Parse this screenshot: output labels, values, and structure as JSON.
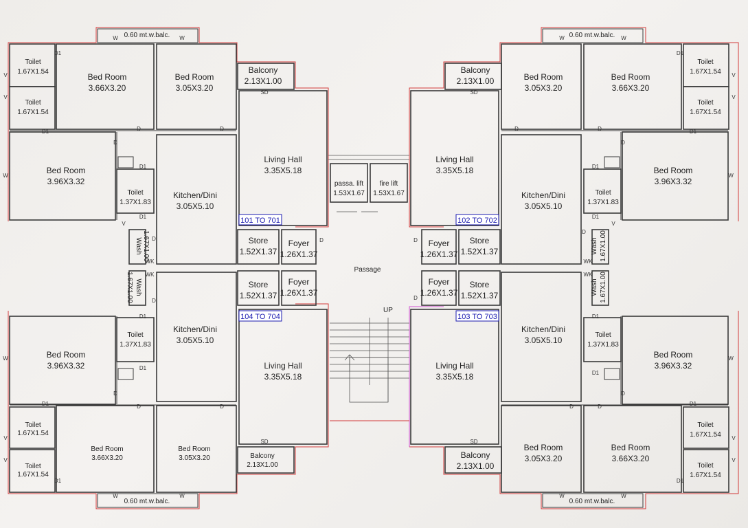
{
  "labels": {
    "toilet": "Toilet",
    "toilet_size": "1.67X1.54",
    "toilet_small": "1.37X1.83",
    "bed": "Bed Room",
    "bed_a": "3.66X3.20",
    "bed_b": "3.05X3.20",
    "bed_c": "3.96X3.32",
    "kitchen": "Kitchen/Dini",
    "kitchen_size": "3.05X5.10",
    "living": "Living Hall",
    "living_size": "3.35X5.18",
    "balcony": "Balcony",
    "balcony_size": "2.13X1.00",
    "store": "Store",
    "store_size": "1.52X1.37",
    "foyer": "Foyer",
    "foyer_size": "1.26X1.37",
    "wash": "Wash",
    "wash_size": "1.67X1.00",
    "wbalc": "0.60 mt.w.balc.",
    "passa_lift": "passa. lift",
    "fire_lift": "fire lift",
    "lift_size": "1.53X1.67",
    "passage": "Passage",
    "up": "UP",
    "d": "D",
    "d1": "D1",
    "w": "W",
    "v": "V",
    "sd": "SD",
    "wk": "WK"
  },
  "unit_tags": {
    "tl": "101 TO 701",
    "tr": "102 TO 702",
    "bl": "104 TO 704",
    "br": "103 TO 703"
  },
  "colors": {
    "wall": "#3a3a3a",
    "outline": "#d23a3a",
    "outline_alt": "#d050d0",
    "tag": "#1a1ab0"
  }
}
